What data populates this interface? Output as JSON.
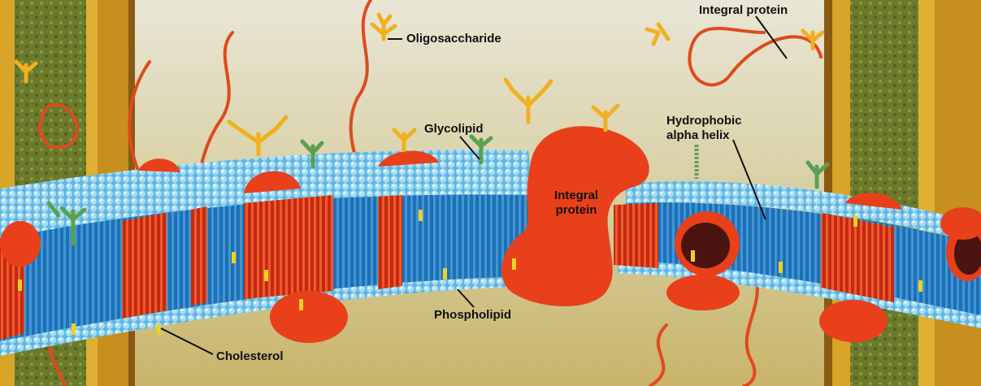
{
  "labels": {
    "oligosaccharide": "Oligosaccharide",
    "integral_protein_top": "Integral protein",
    "glycolipid": "Glycolipid",
    "hydrophobic_line1": "Hydrophobic",
    "hydrophobic_line2": "alpha helix",
    "integral_protein_center_line1": "Integral",
    "integral_protein_center_line2": "protein",
    "phospholipid": "Phospholipid",
    "cholesterol": "Cholesterol"
  },
  "colors": {
    "background": "#d9d2a6",
    "frame_gold": "#d8a42a",
    "frame_green": "#6c7a2a",
    "head_light": "#9fd6f0",
    "tail_blue": "#2c7fc0",
    "protein_orange": "#e8401a",
    "protein_dark": "#4a1410",
    "sugar_yellow": "#f0b020",
    "sugar_green": "#5aa050",
    "cholesterol_yellow": "#f2d020"
  }
}
